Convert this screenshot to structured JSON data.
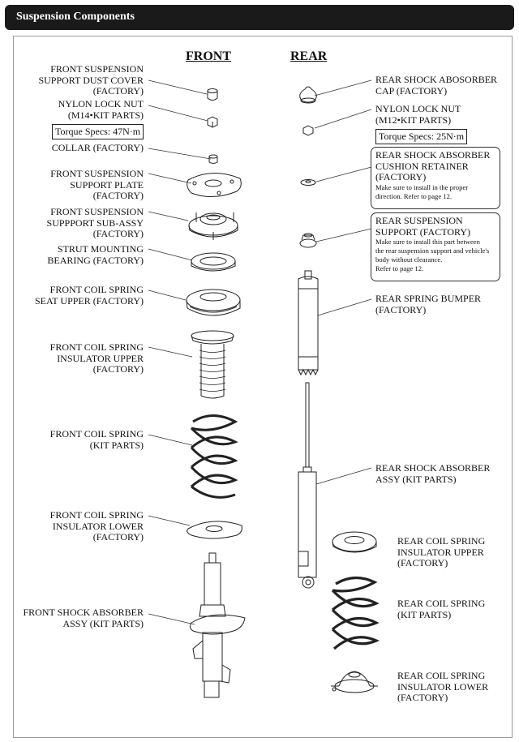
{
  "header": {
    "title": "Suspension Components"
  },
  "columns": {
    "front": "FRONT",
    "rear": "REAR"
  },
  "front_labels": [
    [
      "FRONT SUSPENSION",
      "SUPPORT DUST COVER",
      "(FACTORY)"
    ],
    [
      "NYLON LOCK NUT",
      "(M14•KIT PARTS)"
    ],
    [
      "COLLAR (FACTORY)"
    ],
    [
      "FRONT SUSPENSION",
      "SUPPORT PLATE",
      "(FACTORY)"
    ],
    [
      "FRONT SUSPENSION",
      "SUPPPORT SUB-ASSY",
      "(FACTORY)"
    ],
    [
      "STRUT MOUNTING",
      "BEARING (FACTORY)"
    ],
    [
      "FRONT COIL SPRING",
      "SEAT UPPER (FACTORY)"
    ],
    [
      "FRONT COIL SPRING",
      "INSULATOR UPPER",
      "(FACTORY)"
    ],
    [
      "FRONT COIL SPRING",
      "(KIT PARTS)"
    ],
    [
      "FRONT COIL SPRING",
      "INSULATOR LOWER",
      "(FACTORY)"
    ],
    [
      "FRONT SHOCK ABSORBER",
      "ASSY (KIT PARTS)"
    ]
  ],
  "front_torque": "Torque Specs: 47N·m",
  "rear_labels": [
    [
      "REAR SHOCK ABOSORBER",
      "CAP (FACTORY)"
    ],
    [
      "NYLON LOCK NUT",
      "(M12•KIT PARTS)"
    ],
    [
      "REAR SPRING BUMPER",
      "(FACTORY)"
    ],
    [
      "REAR SHOCK ABSORBER",
      "ASSY (KIT PARTS)"
    ],
    [
      "REAR COIL SPRING",
      "INSULATOR UPPER",
      "(FACTORY)"
    ],
    [
      "REAR COIL SPRING",
      "(KIT PARTS)"
    ],
    [
      "REAR COIL SPRING",
      "INSULATOR LOWER",
      "(FACTORY)"
    ]
  ],
  "rear_torque": "Torque Specs: 25N·m",
  "rear_boxes": [
    {
      "title": [
        "REAR SHOCK ABSORBER",
        "CUSHION RETAINER",
        "(FACTORY)"
      ],
      "note": [
        "Make sure to install in the proper",
        "direction. Refer to page 12."
      ]
    },
    {
      "title": [
        "REAR SUSPENSION",
        "SUPPORT (FACTORY)"
      ],
      "note": [
        "Make sure to install this part between",
        "the rear suspension support and vehicle's",
        "body without clearance.",
        "Refer to page 12."
      ]
    }
  ]
}
